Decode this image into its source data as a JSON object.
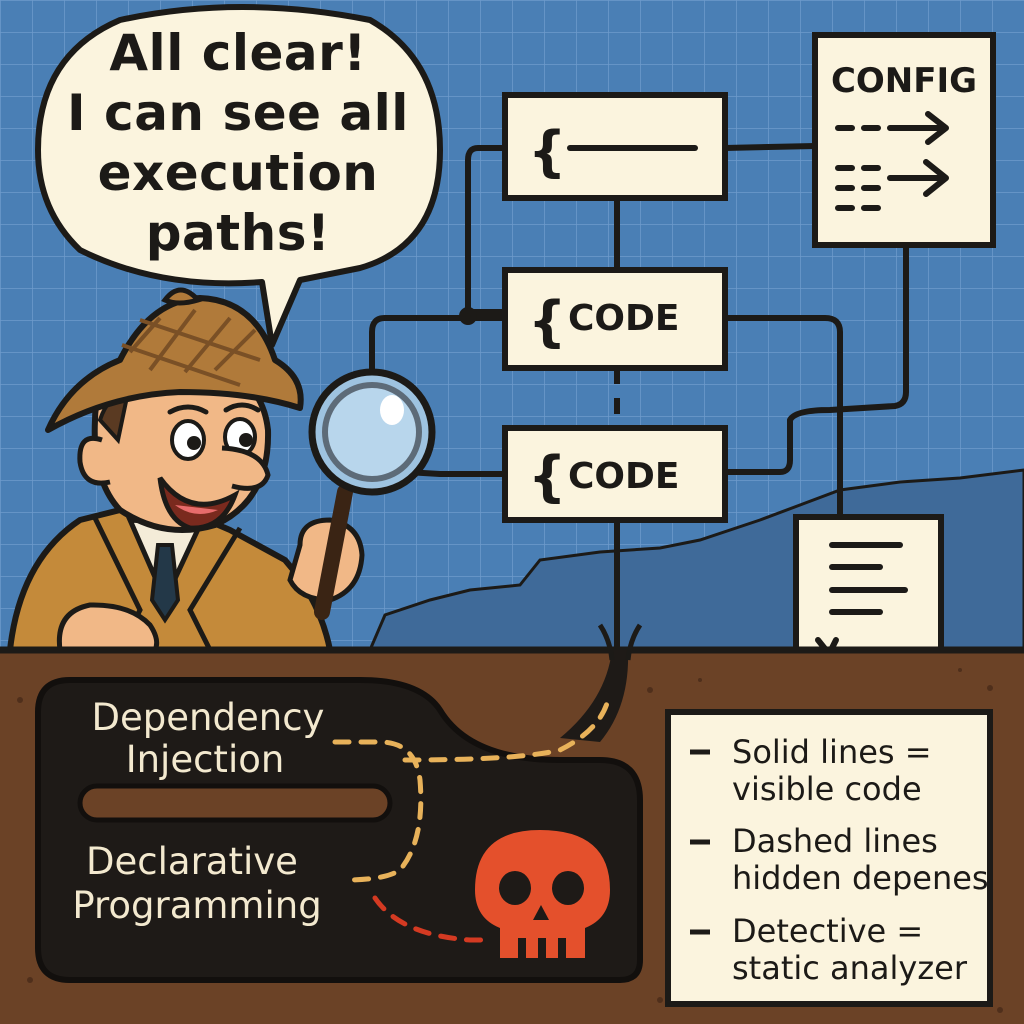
{
  "speech_bubble": {
    "lines": [
      "All clear!",
      "I can see all",
      "execution",
      "paths!"
    ]
  },
  "code_boxes": [
    {
      "label": ""
    },
    {
      "label": "CODE"
    },
    {
      "label": "CODE"
    }
  ],
  "config_box": {
    "title": "CONFIG"
  },
  "underground": {
    "labels": [
      "Dependency",
      "Injection",
      "Declarative",
      "Programming"
    ]
  },
  "legend": {
    "items": [
      {
        "line1": "Solid lines =",
        "line2": "visible code"
      },
      {
        "line1": "Dashed lines",
        "line2": "hidden depenes"
      },
      {
        "line1": "Detective =",
        "line2": "static analyzer"
      }
    ]
  },
  "icons": [
    "magnifying-glass-icon",
    "skull-icon",
    "brace-icon",
    "arrow-icon",
    "document-icon"
  ],
  "colors": {
    "sky": "#4a7fb5",
    "dirt": "#6b4226",
    "tunnel": "#1e1a17",
    "paper": "#fbf4de",
    "skull": "#e4502c",
    "dash": "#e8b25a"
  }
}
